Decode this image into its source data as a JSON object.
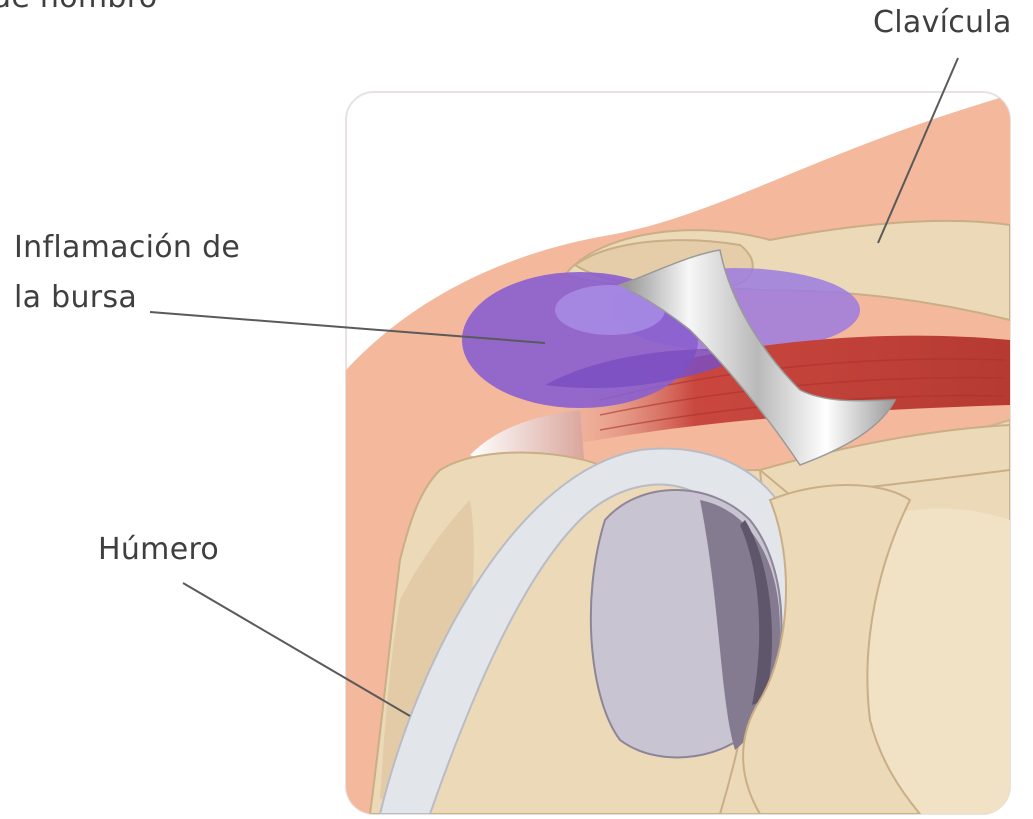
{
  "title": "de hombro",
  "labels": {
    "clavicula": "Clavícula",
    "bursa_line1": "Inflamación de",
    "bursa_line2": "la bursa",
    "humero": "Húmero"
  },
  "colors": {
    "skin": "#f4b89c",
    "bone": "#ecd9b8",
    "bone_shadow": "#dcc39e",
    "cartilage": "#e2e5ea",
    "joint_dark": "#857b90",
    "joint_light": "#c9c4d1",
    "bursa": "#8a5fcf",
    "muscle": "#c8443b",
    "ligament": "#d9d9d9"
  }
}
